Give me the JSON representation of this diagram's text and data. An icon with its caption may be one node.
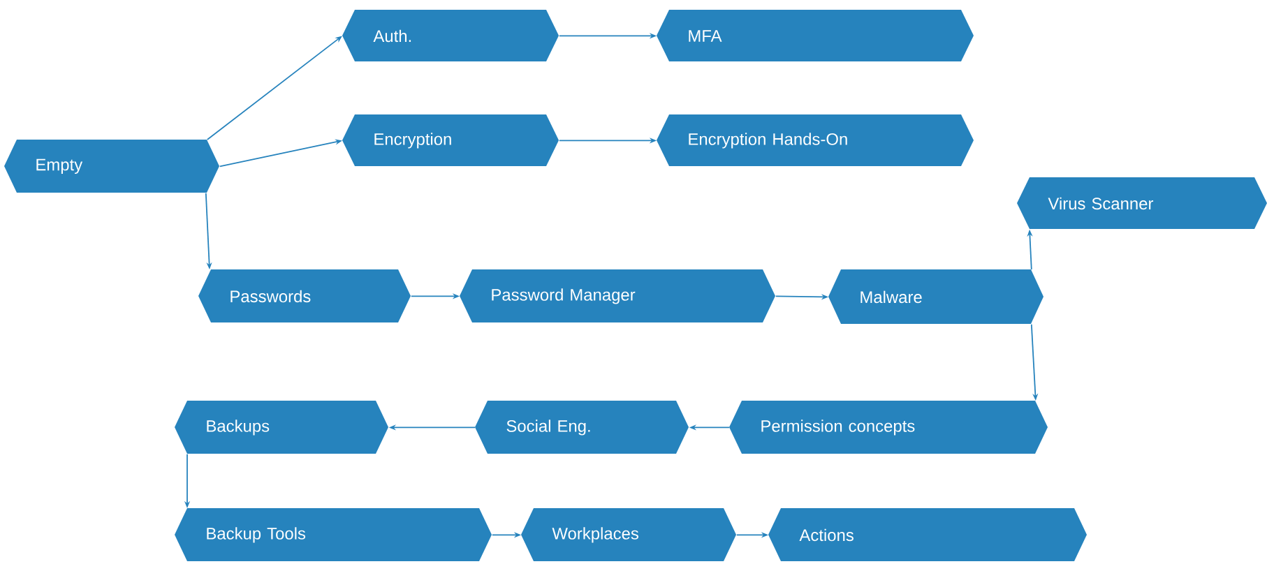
{
  "diagram": {
    "nodes": [
      {
        "text": [
          "Empty"
        ]
      },
      {
        "text": [
          "Auth."
        ]
      },
      {
        "text": [
          "MFA"
        ]
      },
      {
        "text": [
          "Encryption"
        ]
      },
      {
        "text": [
          "Encryption Hands-On"
        ]
      },
      {
        "text": [
          "Virus Scanner"
        ]
      },
      {
        "text": [
          "Passwords"
        ]
      },
      {
        "text": [
          "Password Manager"
        ]
      },
      {
        "text": [
          "Malware"
        ]
      },
      {
        "text": [
          "Social Eng."
        ]
      },
      {
        "text": [
          "Permission concepts"
        ]
      },
      {
        "text": [
          "Backups"
        ]
      },
      {
        "text": [
          "Backup Tools"
        ]
      },
      {
        "text": [
          "Workplaces"
        ]
      },
      {
        "text": [
          "Actions"
        ]
      }
    ],
    "edges": [
      {
        "from": 0,
        "to": 1,
        "arrow": "to"
      },
      {
        "from": 1,
        "to": 2,
        "arrow": "to"
      },
      {
        "from": 0,
        "to": 3,
        "arrow": "to"
      },
      {
        "from": 3,
        "to": 4,
        "arrow": "to"
      },
      {
        "from": 0,
        "to": 6,
        "arrow": "to"
      },
      {
        "from": 6,
        "to": 7,
        "arrow": "to"
      },
      {
        "from": 7,
        "to": 8,
        "arrow": "to"
      },
      {
        "from": 8,
        "to": 5,
        "arrow": "to"
      },
      {
        "from": 8,
        "to": 10,
        "arrow": "to"
      },
      {
        "from": 10,
        "to": 9,
        "arrow": "to"
      },
      {
        "from": 9,
        "to": 11,
        "arrow": "to"
      },
      {
        "from": 11,
        "to": 12,
        "arrow": "to"
      },
      {
        "from": 12,
        "to": 13,
        "arrow": "to"
      },
      {
        "from": 13,
        "to": 14,
        "arrow": "to"
      }
    ]
  }
}
